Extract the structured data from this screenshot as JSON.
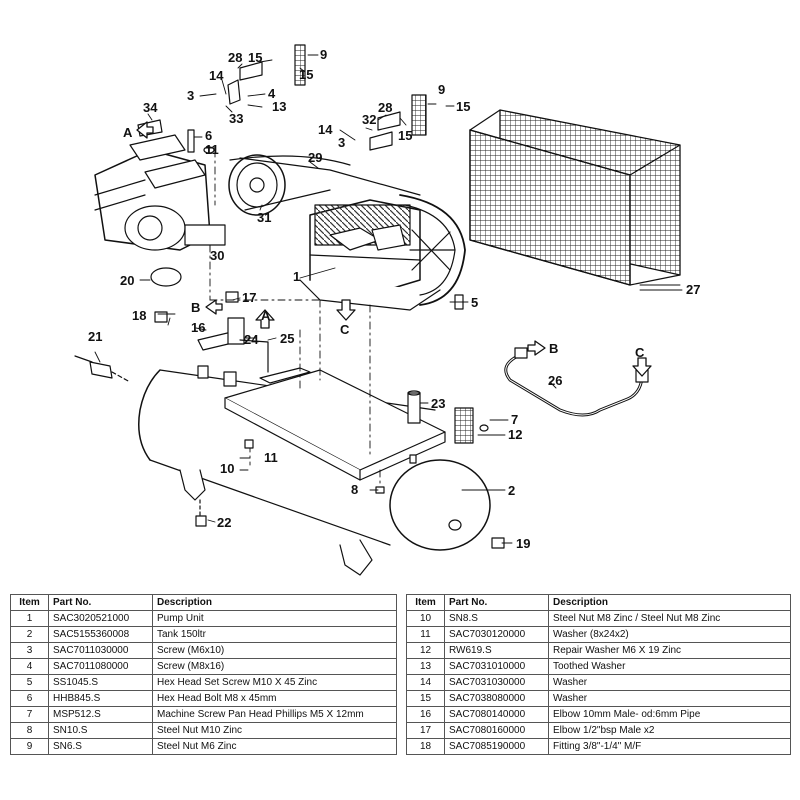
{
  "callouts": {
    "c1": "1",
    "c2": "2",
    "c3a": "3",
    "c3b": "3",
    "c4": "4",
    "c5": "5",
    "c6": "6",
    "c7": "7",
    "c8": "8",
    "c9a": "9",
    "c9b": "9",
    "c10": "10",
    "c11a": "11",
    "c11b": "11",
    "c12": "12",
    "c13": "13",
    "c14a": "14",
    "c14b": "14",
    "c15a": "15",
    "c15b": "15",
    "c15c": "15",
    "c15d": "15",
    "c16": "16",
    "c17": "17",
    "c18": "18",
    "c19": "19",
    "c20": "20",
    "c21": "21",
    "c22": "22",
    "c23": "23",
    "c24": "24",
    "c25": "25",
    "c26": "26",
    "c27": "27",
    "c28a": "28",
    "c28b": "28",
    "c29": "29",
    "c30": "30",
    "c31": "31",
    "c32": "32",
    "c33": "33",
    "c34": "34",
    "la1": "A",
    "la2": "A",
    "lb1": "B",
    "lb2": "B",
    "lc1": "C",
    "lc2": "C"
  },
  "table_headers": {
    "item": "Item",
    "part_no": "Part No.",
    "description": "Description"
  },
  "parts_left": [
    {
      "item": "1",
      "part_no": "SAC3020521000",
      "description": "Pump Unit"
    },
    {
      "item": "2",
      "part_no": "SAC5155360008",
      "description": "Tank 150ltr"
    },
    {
      "item": "3",
      "part_no": "SAC7011030000",
      "description": "Screw (M6x10)"
    },
    {
      "item": "4",
      "part_no": "SAC7011080000",
      "description": "Screw (M8x16)"
    },
    {
      "item": "5",
      "part_no": "SS1045.S",
      "description": "Hex Head Set Screw M10 X 45 Zinc"
    },
    {
      "item": "6",
      "part_no": "HHB845.S",
      "description": "Hex Head Bolt M8 x 45mm"
    },
    {
      "item": "7",
      "part_no": "MSP512.S",
      "description": "Machine Screw Pan Head Phillips M5 X 12mm"
    },
    {
      "item": "8",
      "part_no": "SN10.S",
      "description": "Steel Nut M10 Zinc"
    },
    {
      "item": "9",
      "part_no": "SN6.S",
      "description": "Steel Nut M6 Zinc"
    }
  ],
  "parts_right": [
    {
      "item": "10",
      "part_no": "SN8.S",
      "description": "Steel Nut M8 Zinc / Steel Nut M8 Zinc"
    },
    {
      "item": "11",
      "part_no": "SAC7030120000",
      "description": "Washer (8x24x2)"
    },
    {
      "item": "12",
      "part_no": "RW619.S",
      "description": "Repair Washer M6 X 19  Zinc"
    },
    {
      "item": "13",
      "part_no": "SAC7031010000",
      "description": "Toothed Washer"
    },
    {
      "item": "14",
      "part_no": "SAC7031030000",
      "description": "Washer"
    },
    {
      "item": "15",
      "part_no": "SAC7038080000",
      "description": "Washer"
    },
    {
      "item": "16",
      "part_no": "SAC7080140000",
      "description": "Elbow 10mm Male- od:6mm Pipe"
    },
    {
      "item": "17",
      "part_no": "SAC7080160000",
      "description": "Elbow 1/2\"bsp Male x2"
    },
    {
      "item": "18",
      "part_no": "SAC7085190000",
      "description": "Fitting 3/8\"-1/4\" M/F"
    }
  ]
}
